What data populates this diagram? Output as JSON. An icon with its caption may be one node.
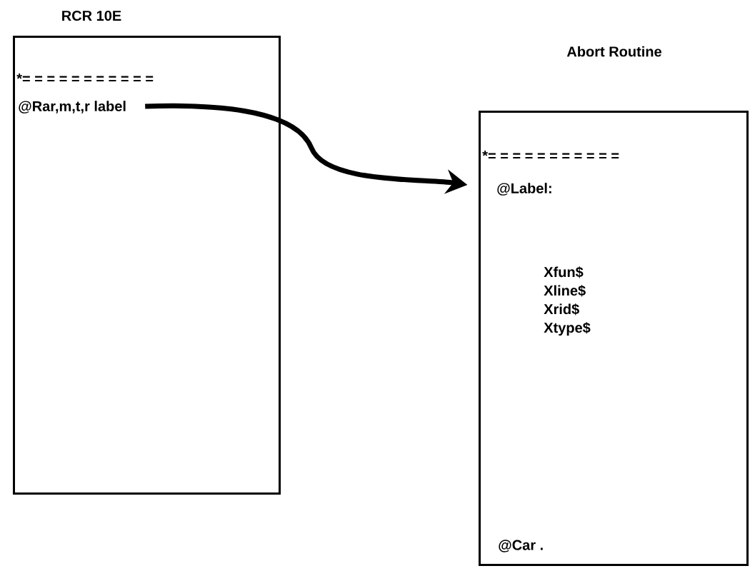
{
  "diagram": {
    "nodes": [
      {
        "text": [
          "RCR 10E",
          "*= = = = = = = = = = ="
        ]
      },
      {
        "text": [
          "@Rar,m,t,r  label"
        ],
        "in": 0
      },
      {
        "text": [
          "Abort Routine",
          "*= = = = = = = = = = =",
          "Xfun$ Xline$ Xrid$ Xtype$",
          "@Car ."
        ]
      },
      {
        "text": [
          "@Label:"
        ],
        "in": 2
      }
    ],
    "edges": [
      {
        "from": 1,
        "to": 3,
        "arrow": "to"
      }
    ]
  }
}
